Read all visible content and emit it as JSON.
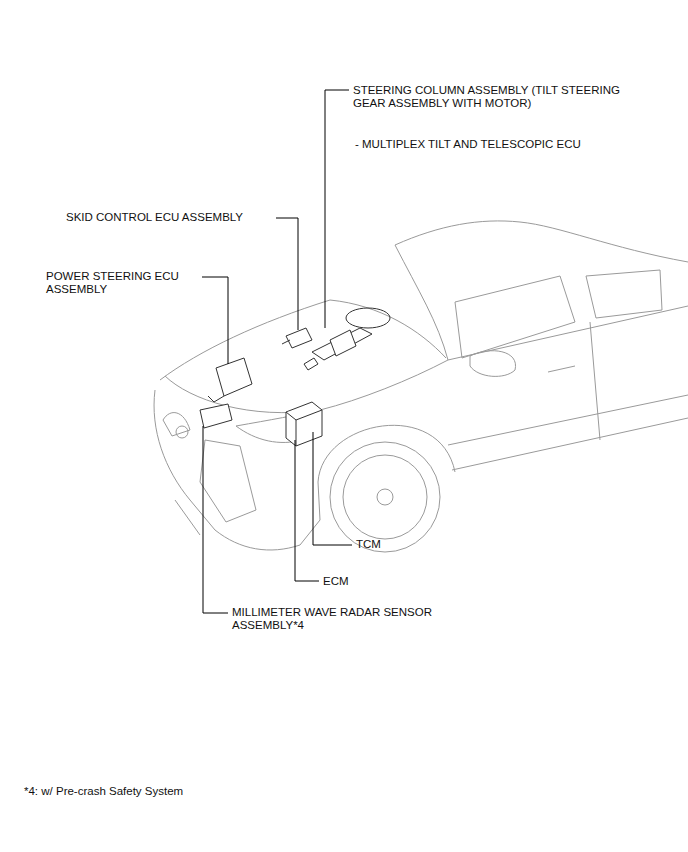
{
  "diagram": {
    "labels": [
      "STEERING COLUMN ASSEMBLY (TILT STEERING GEAR ASSEMBLY WITH MOTOR)",
      "- MULTIPLEX TILT AND TELESCOPIC ECU",
      "SKID CONTROL ECU ASSEMBLY",
      "POWER STEERING ECU ASSEMBLY",
      "TCM",
      "ECM",
      "MILLIMETER WAVE RADAR SENSOR ASSEMBLY*4",
      "*4: w/ Pre-crash Safety System"
    ]
  }
}
